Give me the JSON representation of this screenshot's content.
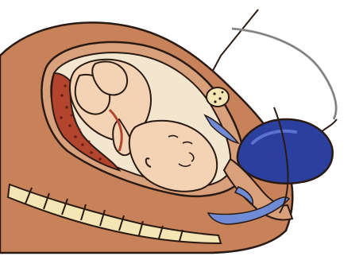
{
  "illustration": {
    "subject": "",
    "colors": {
      "background": "#ffffff",
      "outline": "#2a1a14",
      "body_tissue": "#c8825a",
      "uterus_wall": "#d9a07c",
      "uterus_lining": "#b9693e",
      "placenta": "#b3452e",
      "placenta_dots": "#6a1f14",
      "amniotic_space": "#f3e6cf",
      "fetus_skin": "#f3d3b4",
      "spine_bone": "#f4e6b4",
      "cervix_blue": "#6f8bd6",
      "balloon_blue": "#2a3f9e",
      "balloon_highlight": "#5b72d0",
      "tube": "#9a9a9a"
    },
    "icons": [
      "fetus",
      "placenta",
      "spine",
      "inflatable-balloon-bulb",
      "tube",
      "pubic-bone"
    ]
  }
}
